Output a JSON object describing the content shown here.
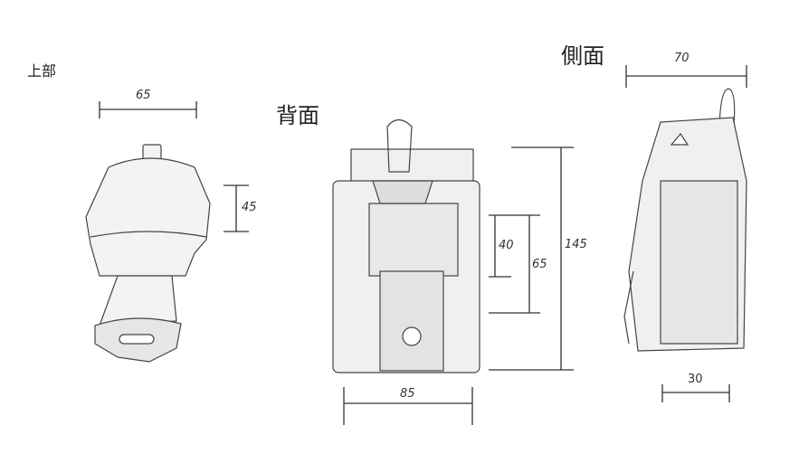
{
  "views": {
    "top": {
      "title": "上部",
      "width_label": "65",
      "height_label": "45"
    },
    "back": {
      "title": "背面",
      "width_label": "85",
      "inner_label": "40",
      "flap_label": "65",
      "height_label": "145"
    },
    "side": {
      "title": "側面",
      "top_label": "70",
      "bottom_label": "30"
    }
  }
}
